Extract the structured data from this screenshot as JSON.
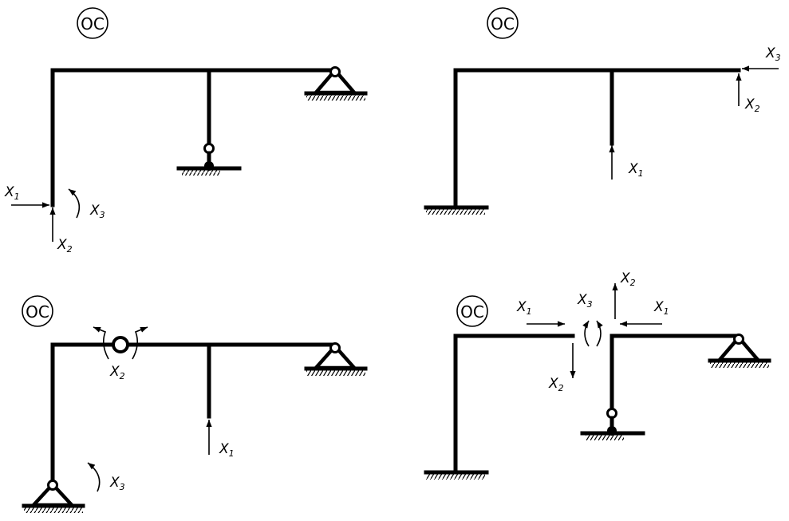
{
  "panels": [
    {
      "title": "ОС",
      "labels": [
        {
          "name": "X",
          "sub": "1"
        },
        {
          "name": "X",
          "sub": "2"
        },
        {
          "name": "X",
          "sub": "3"
        }
      ]
    },
    {
      "title": "ОС",
      "labels": [
        {
          "name": "X",
          "sub": "1"
        },
        {
          "name": "X",
          "sub": "2"
        },
        {
          "name": "X",
          "sub": "3"
        }
      ]
    },
    {
      "title": "ОС",
      "labels": [
        {
          "name": "X",
          "sub": "1"
        },
        {
          "name": "X",
          "sub": "2"
        },
        {
          "name": "X",
          "sub": "3"
        }
      ]
    },
    {
      "title": "ОС",
      "labels": [
        {
          "name": "X",
          "sub": "1"
        },
        {
          "name": "X",
          "sub": "1"
        },
        {
          "name": "X",
          "sub": "2"
        },
        {
          "name": "X",
          "sub": "2"
        },
        {
          "name": "X",
          "sub": "3"
        }
      ]
    }
  ],
  "colors": {
    "ink": "#000000",
    "background": "#ffffff"
  }
}
